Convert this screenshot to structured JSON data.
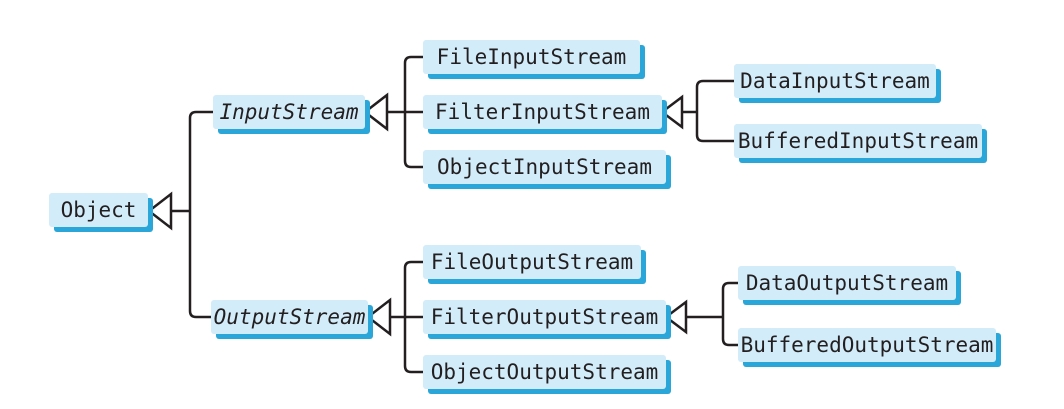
{
  "diagram": {
    "type": "uml-class-inheritance-hierarchy",
    "topic": "Java I/O stream classes",
    "colors": {
      "background": "#ffffff",
      "box_fill": "#d2ecfa",
      "box_shadow": "#2aa6d9",
      "line": "#231f20"
    },
    "nodes": {
      "object": {
        "label": "Object",
        "abstract": false
      },
      "inputStream": {
        "label": "InputStream",
        "abstract": true
      },
      "outputStream": {
        "label": "OutputStream",
        "abstract": true
      },
      "fileInputStream": {
        "label": "FileInputStream",
        "abstract": false
      },
      "filterInputStream": {
        "label": "FilterInputStream",
        "abstract": false
      },
      "objectInputStream": {
        "label": "ObjectInputStream",
        "abstract": false
      },
      "dataInputStream": {
        "label": "DataInputStream",
        "abstract": false
      },
      "bufferedInputStream": {
        "label": "BufferedInputStream",
        "abstract": false
      },
      "fileOutputStream": {
        "label": "FileOutputStream",
        "abstract": false
      },
      "filterOutputStream": {
        "label": "FilterOutputStream",
        "abstract": false
      },
      "objectOutputStream": {
        "label": "ObjectOutputStream",
        "abstract": false
      },
      "dataOutputStream": {
        "label": "DataOutputStream",
        "abstract": false
      },
      "bufferedOutputStream": {
        "label": "BufferedOutputStream",
        "abstract": false
      }
    },
    "edges": [
      {
        "parent": "Object",
        "child": "InputStream"
      },
      {
        "parent": "Object",
        "child": "OutputStream"
      },
      {
        "parent": "InputStream",
        "child": "FileInputStream"
      },
      {
        "parent": "InputStream",
        "child": "FilterInputStream"
      },
      {
        "parent": "InputStream",
        "child": "ObjectInputStream"
      },
      {
        "parent": "FilterInputStream",
        "child": "DataInputStream"
      },
      {
        "parent": "FilterInputStream",
        "child": "BufferedInputStream"
      },
      {
        "parent": "OutputStream",
        "child": "FileOutputStream"
      },
      {
        "parent": "OutputStream",
        "child": "FilterOutputStream"
      },
      {
        "parent": "OutputStream",
        "child": "ObjectOutputStream"
      },
      {
        "parent": "FilterOutputStream",
        "child": "DataOutputStream"
      },
      {
        "parent": "FilterOutputStream",
        "child": "BufferedOutputStream"
      }
    ]
  }
}
